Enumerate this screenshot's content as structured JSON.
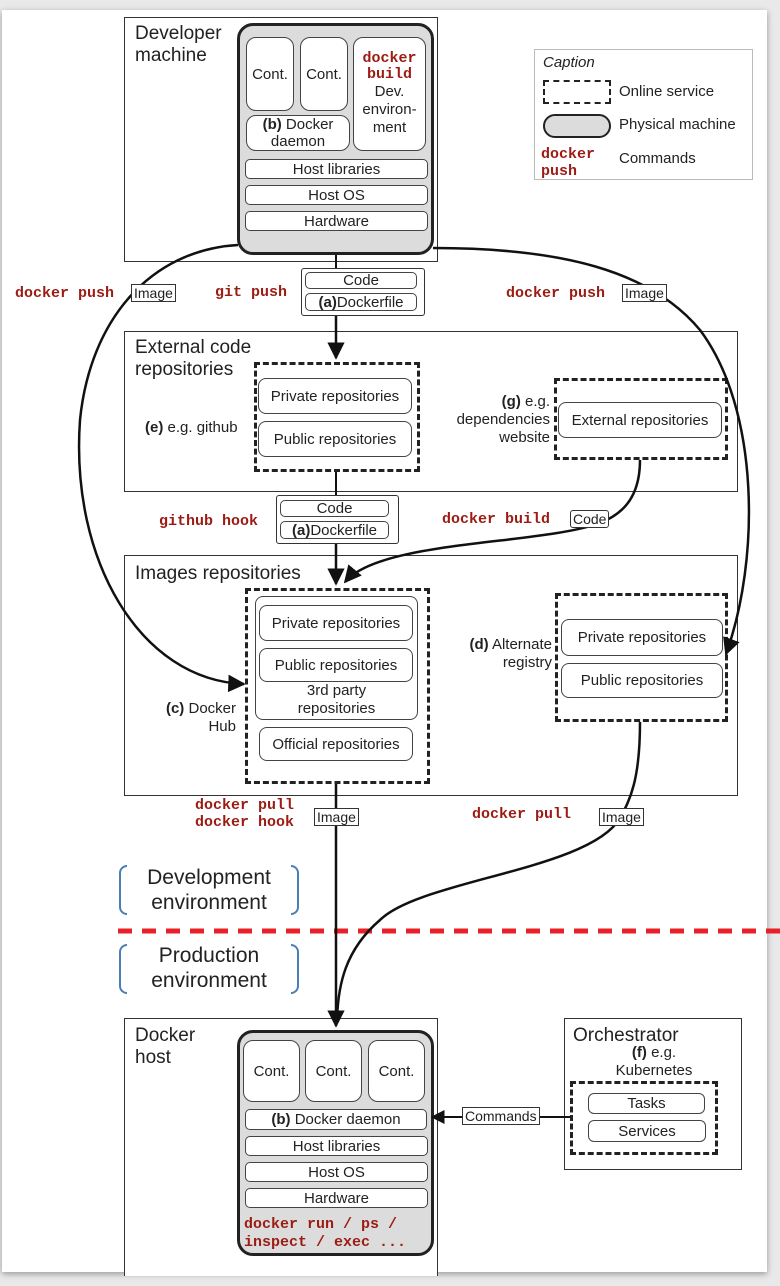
{
  "caption": {
    "title": "Caption",
    "online_service": "Online service",
    "physical_machine": "Physical machine",
    "commands_example": "docker\npush",
    "commands": "Commands"
  },
  "developer_machine": {
    "title": "Developer\nmachine",
    "containers": [
      "Cont.",
      "Cont."
    ],
    "docker_build_cmd": "docker\nbuild",
    "dev_env": "Dev.\nenviron-\nment",
    "daemon_prefix": "(b)",
    "daemon": " Docker\ndaemon",
    "layers": [
      "Host libraries",
      "Host OS",
      "Hardware"
    ]
  },
  "flows_top": {
    "left_cmd": "docker push",
    "left_tag": "Image",
    "git_push": "git push",
    "pkg_code": "Code",
    "pkg_dockerfile_prefix": "(a)",
    "pkg_dockerfile": "Dockerfile",
    "right_cmd": "docker push",
    "right_tag": "Image"
  },
  "external_code_repos": {
    "title": "External code\nrepositories",
    "github_label_prefix": "(e)",
    "github_label": " e.g. github",
    "items": [
      "Private repositories",
      "Public repositories"
    ],
    "deps_label_prefix": "(g)",
    "deps_label": " e.g.\ndependencies\nwebsite",
    "external": "External repositories"
  },
  "flows_mid": {
    "github_hook": "github hook",
    "pkg_code": "Code",
    "pkg_dockerfile_prefix": "(a)",
    "pkg_dockerfile": "Dockerfile",
    "docker_build": "docker build",
    "code_tag": "Code"
  },
  "images_repos": {
    "title": "Images repositories",
    "hub_label_prefix": "(c)",
    "hub_label": " Docker\nHub",
    "third_party": [
      "Private repositories",
      "Public repositories"
    ],
    "third_party_label": "3rd party\nrepositories",
    "official": "Official repositories",
    "alt_label_prefix": "(d)",
    "alt_label": " Alternate\nregistry",
    "alt_items": [
      "Private repositories",
      "Public repositories"
    ]
  },
  "flows_bottom": {
    "left_cmd": "docker pull\ndocker hook",
    "left_tag": "Image",
    "right_cmd": "docker pull",
    "right_tag": "Image"
  },
  "environments": {
    "dev": "Development\nenvironment",
    "prod": "Production\nenvironment",
    "divider_color": "#e8202a",
    "bracket_color": "#4a7fb5"
  },
  "docker_host": {
    "title": "Docker\nhost",
    "containers": [
      "Cont.",
      "Cont.",
      "Cont."
    ],
    "daemon_prefix": "(b)",
    "daemon": " Docker daemon",
    "layers": [
      "Host libraries",
      "Host OS",
      "Hardware"
    ],
    "commands": "docker run / ps /\ninspect / exec ..."
  },
  "orchestrator": {
    "title": "Orchestrator",
    "label_prefix": "(f)",
    "label": " e.g.\nKubernetes",
    "items": [
      "Tasks",
      "Services"
    ],
    "commands_tag": "Commands"
  },
  "colors": {
    "command_text": "#9b1c13",
    "machine_fill": "#dcdcdc"
  }
}
